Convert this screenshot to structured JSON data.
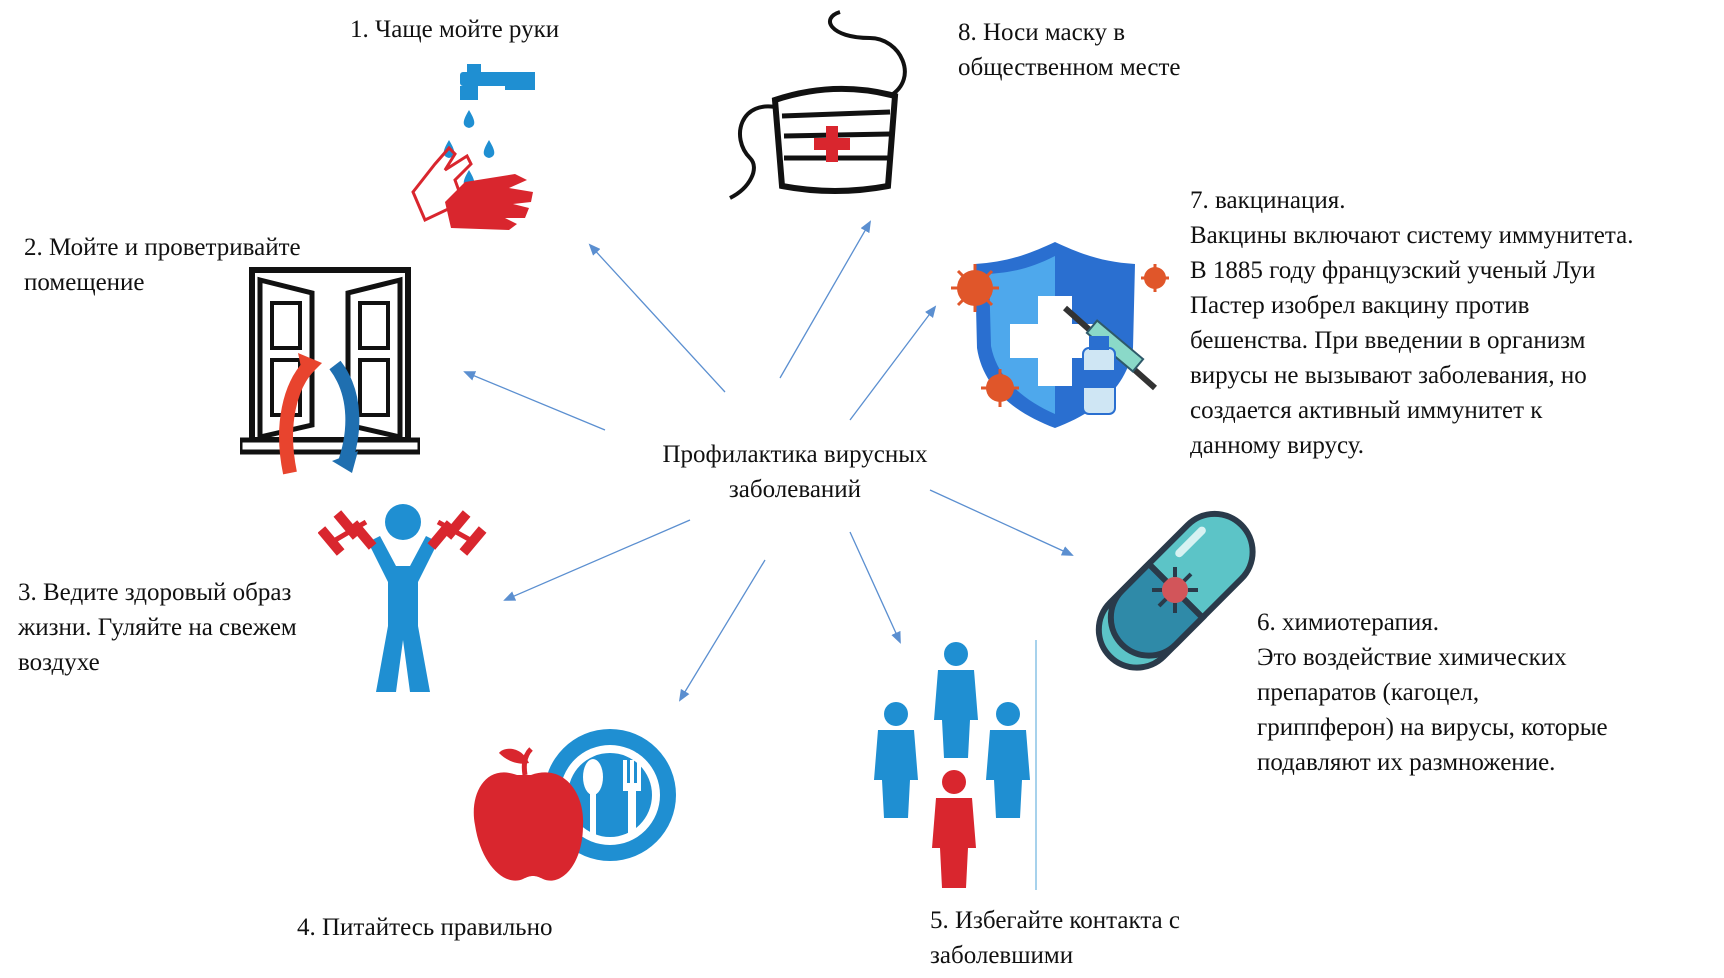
{
  "center": {
    "line1": "Профилактика вирусных",
    "line2": "заболеваний"
  },
  "items": [
    {
      "id": "hands",
      "lines": [
        "1.     Чаще мойте руки"
      ]
    },
    {
      "id": "ventilate",
      "lines": [
        "2. Мойте и проветривайте",
        "помещение"
      ]
    },
    {
      "id": "lifestyle",
      "lines": [
        "3. Ведите здоровый образ",
        "жизни. Гуляйте на свежем",
        "воздухе"
      ]
    },
    {
      "id": "nutrition",
      "lines": [
        "4. Питайтесь правильно"
      ]
    },
    {
      "id": "contact",
      "lines": [
        "5. Избегайте контакта с",
        "заболевшими"
      ]
    },
    {
      "id": "chemo",
      "lines": [
        "6.   химиотерапия.",
        "Это воздействие химических",
        "препаратов (кагоцел,",
        "гриппферон) на вирусы, которые",
        "подавляют их размножение."
      ]
    },
    {
      "id": "vaccine",
      "lines": [
        "7. вакцинация.",
        "Вакцины включают систему иммунитета.",
        "В 1885 году французский ученый Луи",
        "Пастер изобрел вакцину против",
        "бешенства. При введении в организм",
        "вирусы не вызывают заболевания, но",
        "создается активный иммунитет к",
        "данному вирусу."
      ]
    },
    {
      "id": "mask",
      "lines": [
        "8. Носи маску в",
        "общественном месте"
      ]
    }
  ],
  "icons": {
    "faucet": "faucet-hands-icon",
    "window": "window-airflow-icon",
    "fitness": "dumbbell-person-icon",
    "food": "apple-plate-icon",
    "people": "people-distance-icon",
    "pill": "virus-pill-icon",
    "shield": "shield-vaccine-icon",
    "mask": "face-mask-icon"
  },
  "colors": {
    "arrow": "#5b8fd0",
    "red": "#d9262e",
    "blue": "#1f8fd2",
    "dark": "#222222",
    "teal": "#5cc4c7"
  }
}
